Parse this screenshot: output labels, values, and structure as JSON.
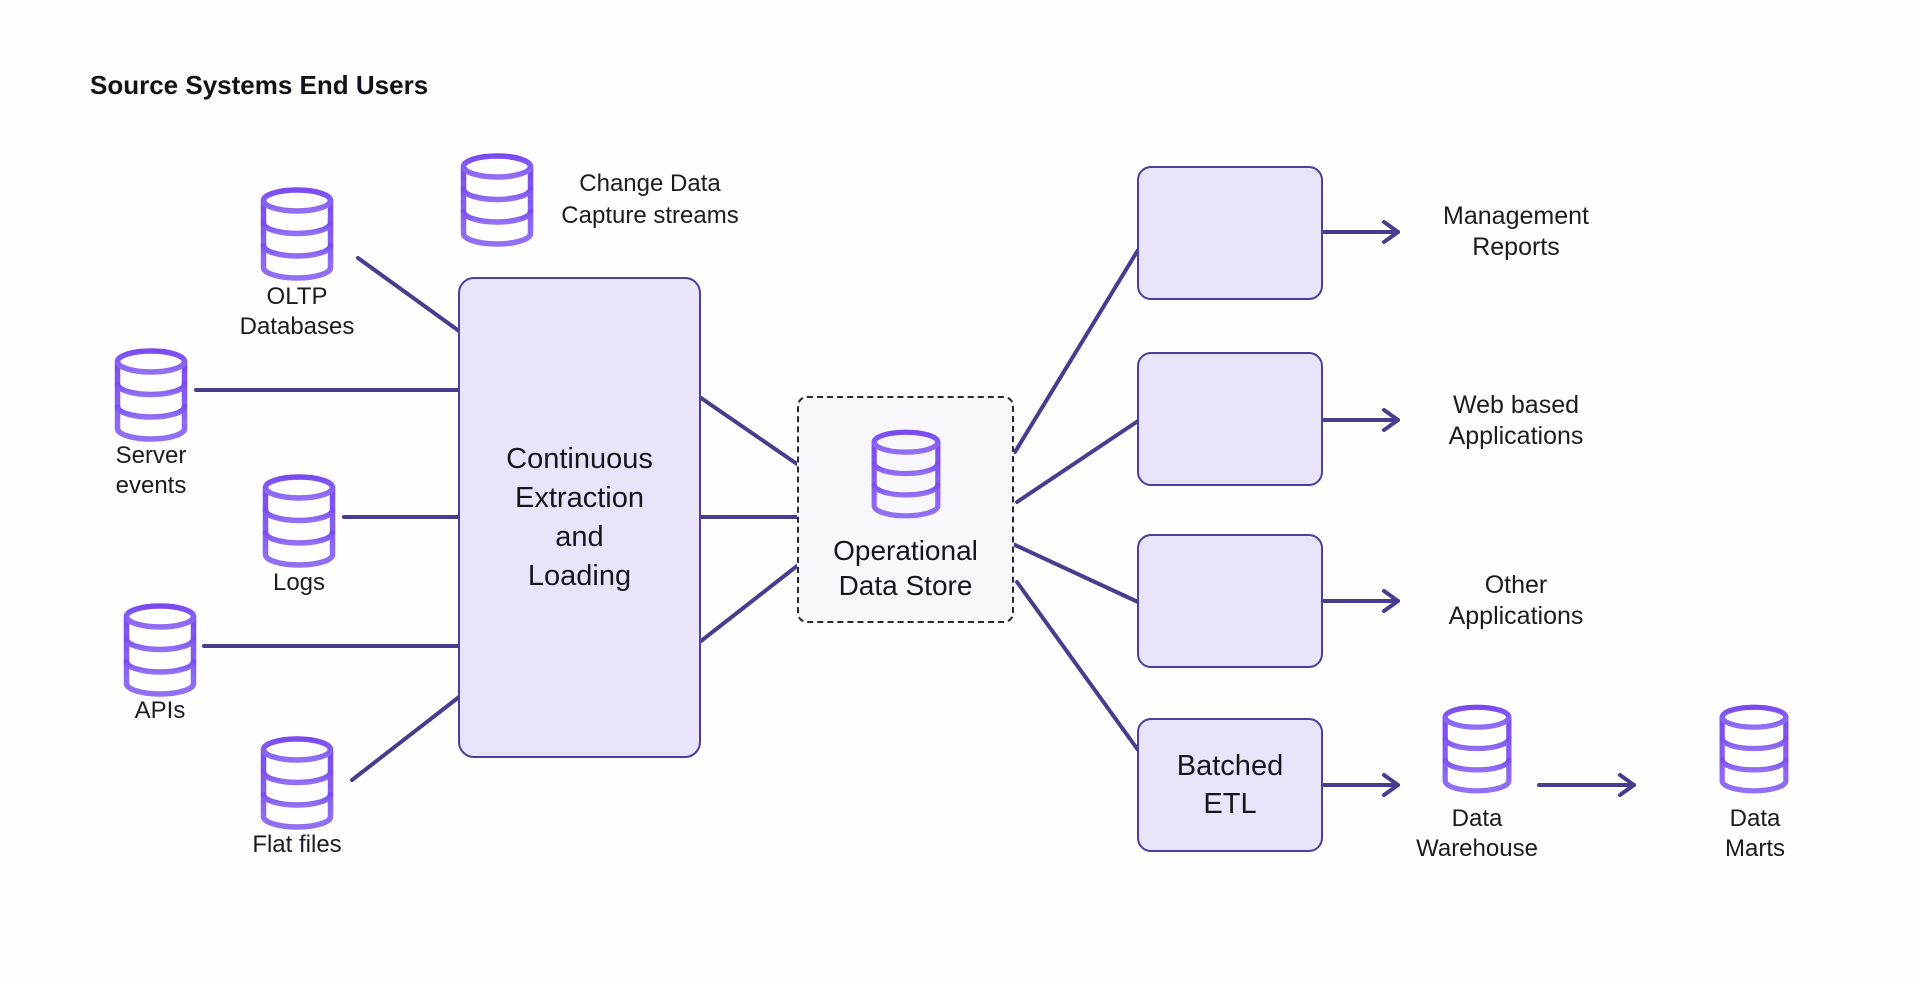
{
  "colors": {
    "accent": "#7c52f0",
    "connector": "#463d8e",
    "box-border": "#4d3f9e",
    "box-fill": "#e9e4f9",
    "ods-fill": "#f8f7fc"
  },
  "diagram": {
    "title": "Source Systems End Users",
    "sources": {
      "oltp": "OLTP\nDatabases",
      "cdc": "Change Data\nCapture streams",
      "server_events": "Server\nevents",
      "logs": "Logs",
      "apis": "APIs",
      "flat_files": "Flat files"
    },
    "process": {
      "cel": "Continuous\nExtraction\nand\nLoading",
      "ods": "Operational\nData Store",
      "batched_etl": "Batched\nETL"
    },
    "outputs": {
      "management": "Management\nReports",
      "web": "Web based\nApplications",
      "other": "Other\nApplications",
      "data_warehouse": "Data\nWarehouse",
      "data_marts": "Data\nMarts"
    }
  }
}
